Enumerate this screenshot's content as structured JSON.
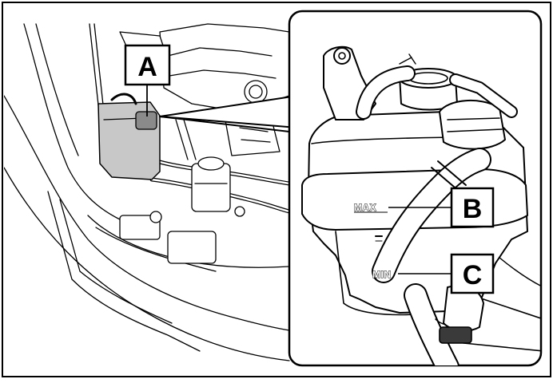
{
  "callouts": {
    "a": "A",
    "b": "B",
    "c": "C"
  },
  "reservoir_marks": {
    "max": "MAX",
    "min": "MIN"
  },
  "colors": {
    "line": "#000000",
    "shade": "#c8c8c8",
    "light_shade": "#e6e6e6",
    "background": "#ffffff"
  }
}
